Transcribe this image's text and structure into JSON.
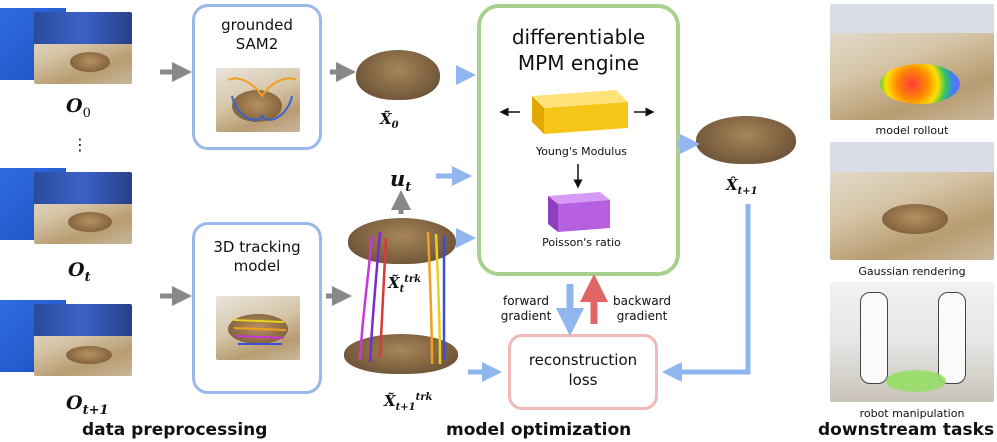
{
  "labels": {
    "O0": "O",
    "O0_sub": "0",
    "Ot": "O",
    "Ot_sub": "t",
    "Ot1": "O",
    "Ot1_sub": "t+1",
    "ellipsis": "⋮",
    "grounded_sam2_line1": "grounded",
    "grounded_sam2_line2": "SAM2",
    "tracking_line1": "3D tracking",
    "tracking_line2": "model",
    "X0": "X̃",
    "X0_sub": "0",
    "ut": "u",
    "ut_sub": "t",
    "Xt_trk": "X̃",
    "Xt_trk_sub": "t",
    "Xt_trk_sup": "trk",
    "Xt1_trk": "X̃",
    "Xt1_trk_sub": "t+1",
    "Xt1_trk_sup": "trk",
    "mpm_line1": "differentiable",
    "mpm_line2": "MPM engine",
    "youngs": "Young's Modulus",
    "poisson": "Poisson's ratio",
    "forward_line1": "forward",
    "forward_line2": "gradient",
    "backward_line1": "backward",
    "backward_line2": "gradient",
    "recon_line1": "reconstruction",
    "recon_line2": "loss",
    "Xhat": "X̂",
    "Xhat_sub": "t+1",
    "model_rollout": "model rollout",
    "gaussian_rendering": "Gaussian rendering",
    "robot_manipulation": "robot manipulation",
    "data_preprocessing": "data preprocessing",
    "model_optimization": "model optimization",
    "downstream_tasks": "downstream tasks"
  },
  "colors": {
    "blue_box": "#9bb8ea",
    "green_box": "#a9d08e",
    "red_box": "#f0b8b8",
    "arrow_gray": "#888888",
    "arrow_blue": "#8fb6ef",
    "arrow_red": "#e06666",
    "cube_yellow": "#f5c518",
    "cube_purple": "#b65fe0"
  }
}
